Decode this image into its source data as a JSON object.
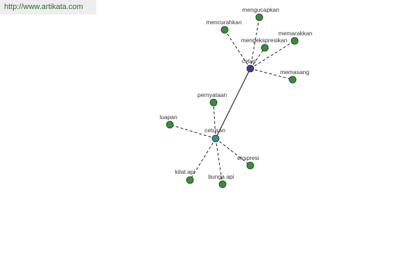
{
  "source_url": "http://www.artikata.com",
  "colors": {
    "hub_primary": "#3c3f8c",
    "hub_secondary": "#3f8a8f",
    "leaf": "#3d8a3d",
    "node_stroke": "#1e3a1e",
    "edge": "#000000",
    "label": "#333333"
  },
  "nodes": [
    {
      "id": "cetus",
      "label": "cetus",
      "type": "hub_primary"
    },
    {
      "id": "cetusan",
      "label": "cetusan",
      "type": "hub_secondary"
    },
    {
      "id": "mengucapkan",
      "label": "mengucapkan",
      "type": "leaf"
    },
    {
      "id": "mencurahkan",
      "label": "mencurahkan",
      "type": "leaf"
    },
    {
      "id": "memarakkan",
      "label": "memarakkan",
      "type": "leaf"
    },
    {
      "id": "mengekspresikan",
      "label": "mengekspresikan",
      "type": "leaf"
    },
    {
      "id": "memasang",
      "label": "memasang",
      "type": "leaf"
    },
    {
      "id": "pernyataan",
      "label": "pernyataan",
      "type": "leaf"
    },
    {
      "id": "luapan",
      "label": "luapan",
      "type": "leaf"
    },
    {
      "id": "ekspresi",
      "label": "ekspresi",
      "type": "leaf"
    },
    {
      "id": "kilat-api",
      "label": "kilat api",
      "type": "leaf"
    },
    {
      "id": "bunga-api",
      "label": "bunga api",
      "type": "leaf"
    }
  ],
  "edges": [
    {
      "from": "cetus",
      "to": "cetusan",
      "style": "solid"
    },
    {
      "from": "cetus",
      "to": "mengucapkan",
      "style": "dashed"
    },
    {
      "from": "cetus",
      "to": "mencurahkan",
      "style": "dashed"
    },
    {
      "from": "cetus",
      "to": "memarakkan",
      "style": "dashed"
    },
    {
      "from": "cetus",
      "to": "mengekspresikan",
      "style": "dashed"
    },
    {
      "from": "cetus",
      "to": "memasang",
      "style": "dashed"
    },
    {
      "from": "cetusan",
      "to": "pernyataan",
      "style": "dashed"
    },
    {
      "from": "cetusan",
      "to": "luapan",
      "style": "dashed"
    },
    {
      "from": "cetusan",
      "to": "ekspresi",
      "style": "dashed"
    },
    {
      "from": "cetusan",
      "to": "kilat-api",
      "style": "dashed"
    },
    {
      "from": "cetusan",
      "to": "bunga-api",
      "style": "dashed"
    }
  ]
}
